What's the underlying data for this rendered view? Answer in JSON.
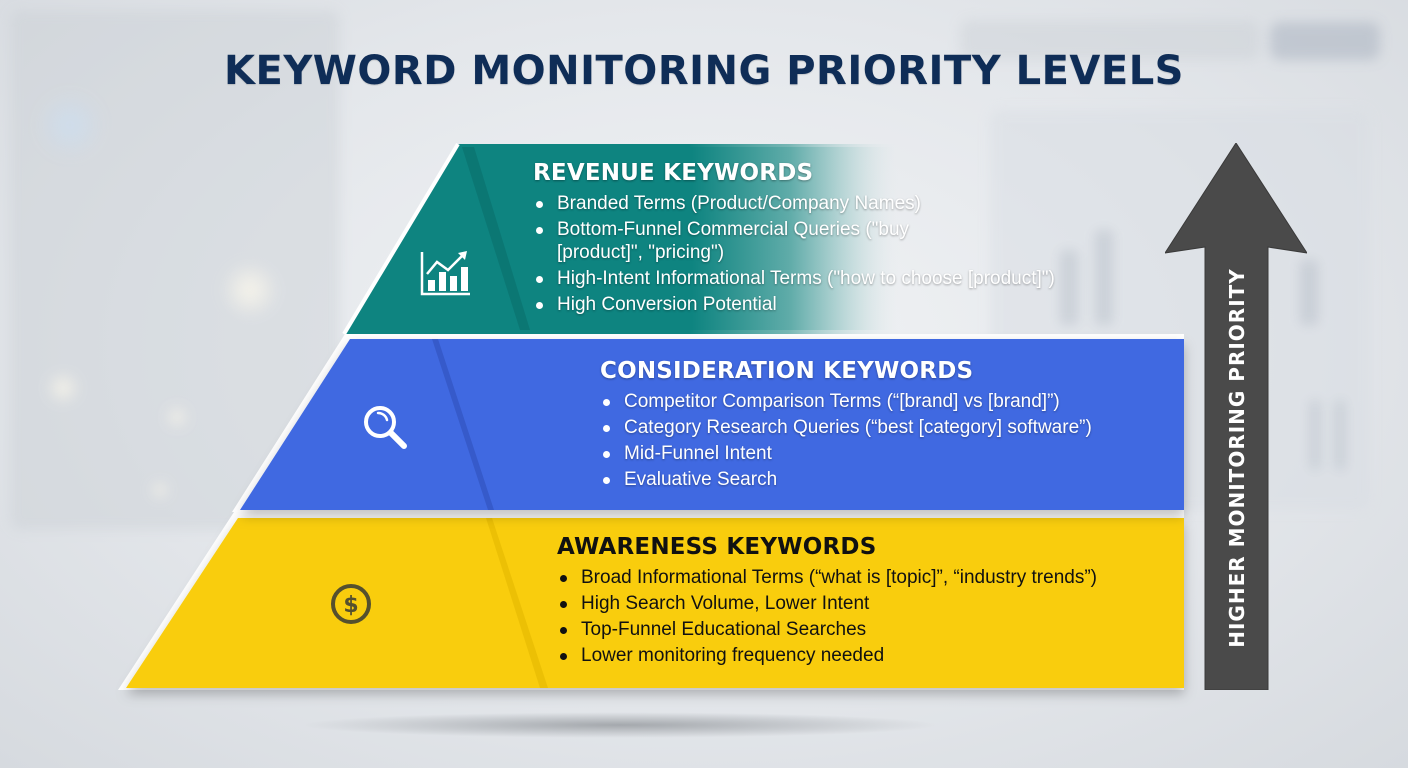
{
  "title": "KEYWORD MONITORING PRIORITY LEVELS",
  "colors": {
    "title": "#0f2d57",
    "revenue": "#0e8480",
    "consideration": "#4169e1",
    "awareness": "#f9cd08",
    "arrow": "#4a4a4a"
  },
  "tiers": [
    {
      "id": "revenue",
      "heading": "REVENUE KEYWORDS",
      "icon": "chart-growth-icon",
      "items": [
        "Branded Terms (Product/Company Names)",
        "Bottom-Funnel Commercial Queries (\"buy [product]\", \"pricing\")",
        "High-Intent Informational Terms (\"how to choose [product]\")",
        "High Conversion Potential"
      ]
    },
    {
      "id": "consideration",
      "heading": "CONSIDERATION KEYWORDS",
      "icon": "magnifier-icon",
      "items": [
        "Competitor Comparison Terms (“[brand] vs [brand]”)",
        "Category Research Queries (“best [category] software”)",
        "Mid-Funnel Intent",
        "Evaluative Search"
      ]
    },
    {
      "id": "awareness",
      "heading": "AWARENESS KEYWORDS",
      "icon": "dollar-coin-icon",
      "items": [
        "Broad Informational Terms (“what is [topic]”, “industry trends”)",
        "High Search Volume, Lower Intent",
        "Top-Funnel Educational Searches",
        "Lower monitoring frequency needed"
      ]
    }
  ],
  "arrow": {
    "label": "HIGHER MONITORING PRIORITY",
    "direction": "up"
  }
}
